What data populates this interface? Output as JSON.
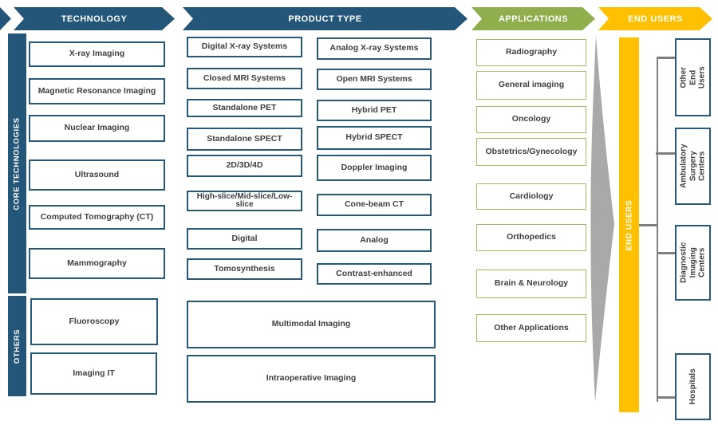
{
  "header": {
    "columns": [
      {
        "label": "TECHNOLOGY",
        "color": "#235679"
      },
      {
        "label": "PRODUCT TYPE",
        "color": "#235679"
      },
      {
        "label": "APPLICATIONS",
        "color": "#8FAE4C"
      },
      {
        "label": "END USERS",
        "color": "#FFC000"
      }
    ]
  },
  "technology": {
    "groups": [
      {
        "label": "CORE TECHNOLOGIES",
        "items": [
          "X-ray Imaging",
          "Magnetic Resonance Imaging",
          "Nuclear Imaging",
          "Ultrasound",
          "Computed Tomography (CT)",
          "Mammography"
        ]
      },
      {
        "label": "OTHERS",
        "items": [
          "Fluoroscopy",
          "Imaging IT"
        ]
      }
    ]
  },
  "product_type": {
    "left": [
      "Digital X-ray Systems",
      "Closed MRI Systems",
      "Standalone PET",
      "Standalone SPECT",
      "2D/3D/4D",
      "High-slice/Mid-slice/Low-slice",
      "Digital",
      "Tomosynthesis"
    ],
    "right": [
      "Analog X-ray Systems",
      "Open MRI Systems",
      "Hybrid PET",
      "Hybrid SPECT",
      "Doppler Imaging",
      "Cone-beam CT",
      "Analog",
      "Contrast-enhanced"
    ],
    "full": [
      "Multimodal Imaging",
      "Intraoperative Imaging"
    ]
  },
  "applications": {
    "items": [
      "Radiography",
      "General imaging",
      "Oncology",
      "Obstetrics/Gynecology",
      "Cardiology",
      "Orthopedics",
      "Brain & Neurology",
      "Other Applications"
    ]
  },
  "end_users": {
    "bar_label": "END USERS",
    "items": [
      "Other End Users",
      "Ambulatory Surgery Centers",
      "Diagnostic Imaging Centers",
      "Hospitals"
    ]
  },
  "colors": {
    "dark_blue": "#235679",
    "box_border_blue": "#27587E",
    "green": "#8FAE4C",
    "app_border_olive": "#A9B765",
    "yellow": "#FFC000",
    "wedge_gray": "#A9A9A9",
    "connector_gray": "#7F7F7F",
    "label_text": "#3F3F3F"
  }
}
